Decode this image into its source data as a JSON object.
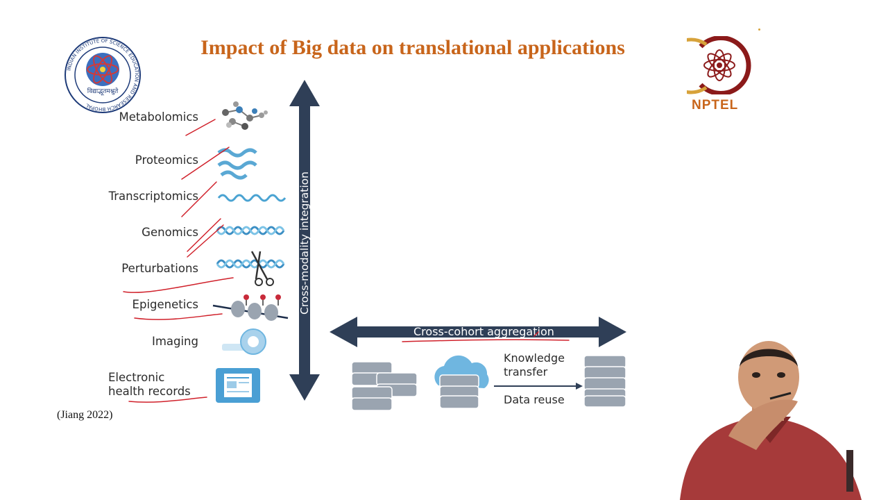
{
  "slide": {
    "title": "Impact of Big data on translational applications",
    "citation": "(Jiang 2022)"
  },
  "logos": {
    "left_institute": {
      "ring_text": "INDIAN INSTITUTE OF SCIENCE EDUCATION AND RESEARCH BHOPAL",
      "hindi_text": "विद्याद्भूतमश्नुते"
    },
    "right_nptel": {
      "label": "NPTEL"
    }
  },
  "modalities": [
    {
      "label": "Metabolomics"
    },
    {
      "label": "Proteomics"
    },
    {
      "label": "Transcriptomics"
    },
    {
      "label": "Genomics"
    },
    {
      "label": "Perturbations"
    },
    {
      "label": "Epigenetics"
    },
    {
      "label": "Imaging"
    },
    {
      "label": "Electronic health records"
    }
  ],
  "arrows": {
    "vertical_label": "Cross-modality integration",
    "horizontal_label": "Cross-cohort aggregation"
  },
  "transfer": {
    "knowledge_transfer": "Knowledge transfer",
    "data_reuse": "Data reuse"
  },
  "colors": {
    "title": "#c8651b",
    "arrow": "#2f3f57",
    "database": "#9aa4b0",
    "cloud": "#6fb6e0",
    "annotation_ink": "#d0202a"
  }
}
